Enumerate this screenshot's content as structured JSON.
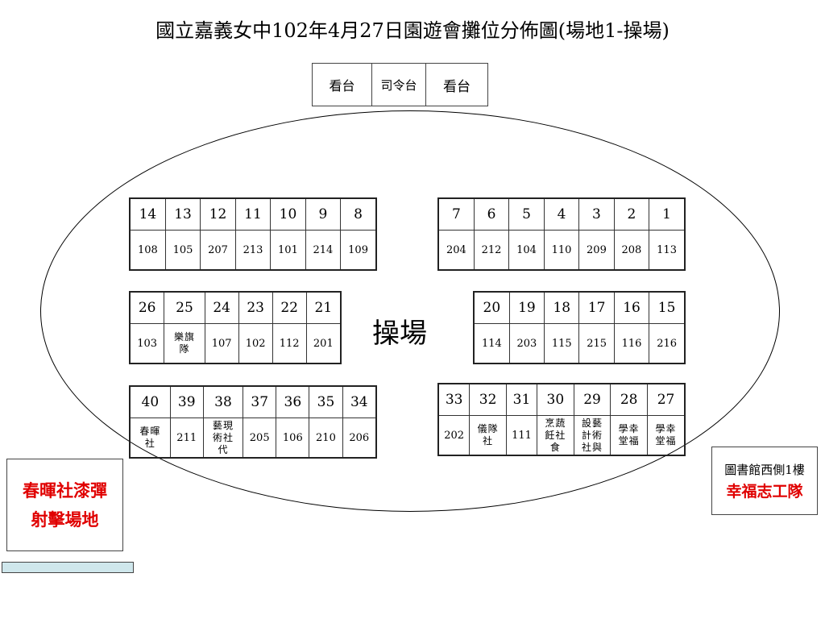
{
  "title": "國立嘉義女中102年4月27日園遊會攤位分佈圖(場地1-操場)",
  "stage": {
    "left": "看台",
    "center": "司令台",
    "right": "看台"
  },
  "field_label": "操場",
  "rows": {
    "top_left": {
      "nums": [
        "14",
        "13",
        "12",
        "11",
        "10",
        "9",
        "8"
      ],
      "clubs": [
        "108",
        "105",
        "207",
        "213",
        "101",
        "214",
        "109"
      ]
    },
    "top_right": {
      "nums": [
        "7",
        "6",
        "5",
        "4",
        "3",
        "2",
        "1"
      ],
      "clubs": [
        "204",
        "212",
        "104",
        "110",
        "209",
        "208",
        "113"
      ]
    },
    "mid_left": {
      "nums": [
        "26",
        "25",
        "24",
        "23",
        "22",
        "21"
      ],
      "clubs": [
        "103",
        "樂旗隊",
        "107",
        "102",
        "112",
        "201"
      ]
    },
    "mid_right": {
      "nums": [
        "20",
        "19",
        "18",
        "17",
        "16",
        "15"
      ],
      "clubs": [
        "114",
        "203",
        "115",
        "215",
        "116",
        "216"
      ]
    },
    "bot_left": {
      "nums": [
        "40",
        "39",
        "38",
        "37",
        "36",
        "35",
        "34"
      ],
      "clubs": [
        "春暉社",
        "211",
        "藝現術社代",
        "205",
        "106",
        "210",
        "206"
      ]
    },
    "bot_right": {
      "nums": [
        "33",
        "32",
        "31",
        "30",
        "29",
        "28",
        "27"
      ],
      "clubs": [
        "202",
        "儀隊社",
        "111",
        "烹蔬飪社食",
        "設藝計術社與",
        "學幸堂福",
        "學幸堂福"
      ]
    }
  },
  "left_box": {
    "line1": "春暉社漆彈",
    "line2": "射擊場地"
  },
  "right_box": {
    "line1": "圖書館西側1樓",
    "line2": "幸福志工隊"
  },
  "colors": {
    "highlight_red": "#e00000",
    "bar_fill": "#cfe7ec"
  }
}
